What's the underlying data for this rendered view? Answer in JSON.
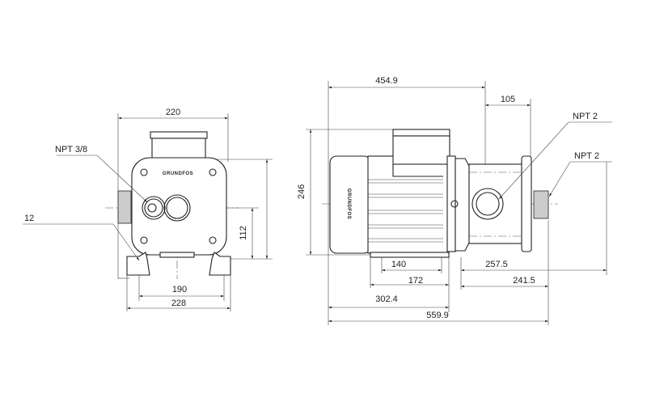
{
  "front_view": {
    "dimensions": {
      "width_top": "220",
      "shaft_height": "112",
      "foot_inner": "190",
      "foot_outer": "228",
      "foot_offset": "12"
    },
    "labels": {
      "drain_port": "NPT 3/8"
    },
    "brand": "GRUNDFOS"
  },
  "side_view": {
    "dimensions": {
      "motor_length": "454.9",
      "outlet_offset": "105",
      "height": "246",
      "feet_span": "140",
      "pump_length": "257.5",
      "foot_outer": "172",
      "pump_body": "241.5",
      "motor_to_foot": "302.4",
      "overall_length": "559.9"
    },
    "labels": {
      "inlet": "NPT 2",
      "outlet": "NPT 2"
    },
    "brand": "GRUNDFOS"
  }
}
